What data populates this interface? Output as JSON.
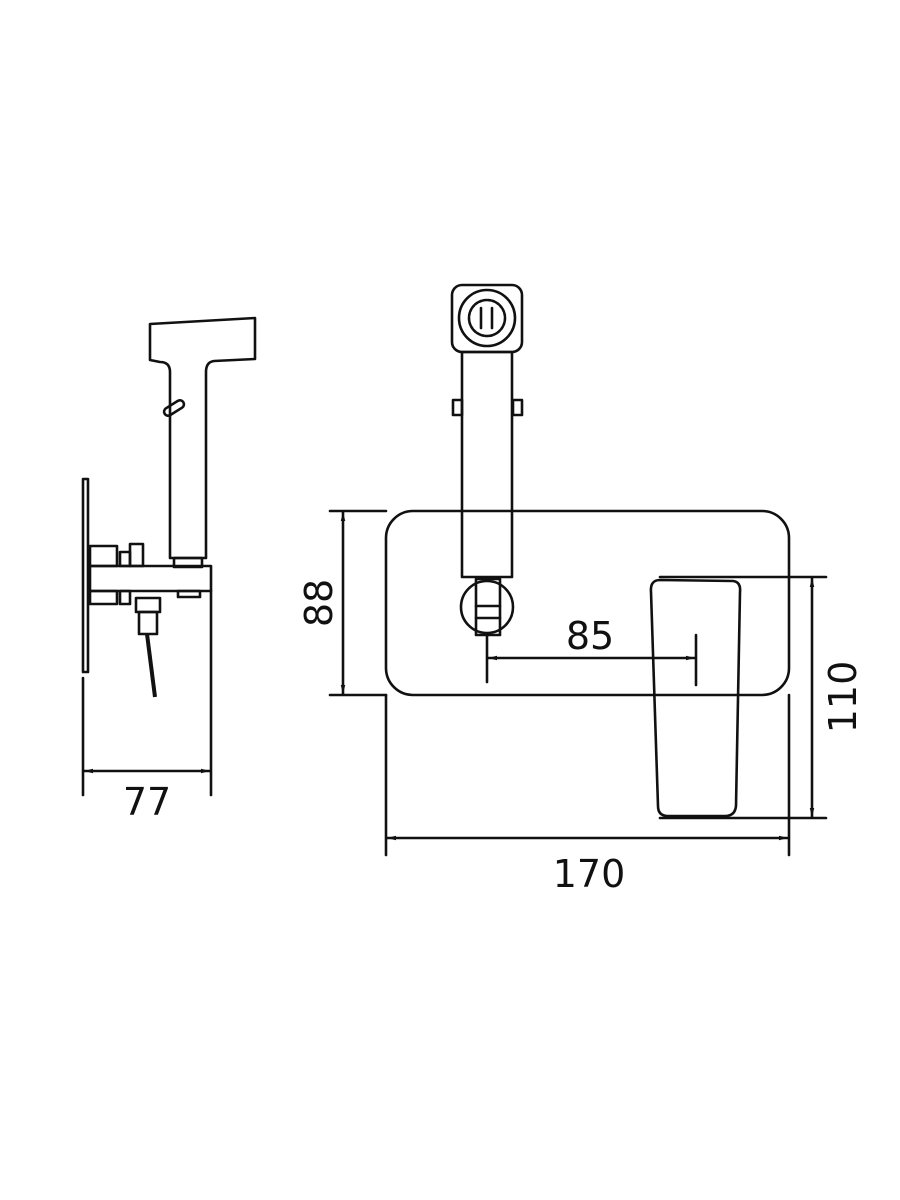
{
  "dimensions": {
    "side_depth": "77",
    "plate_height": "88",
    "outlet_to_lever": "85",
    "lever_height": "110",
    "plate_width": "170"
  },
  "colors": {
    "line": "#111111",
    "background": "#ffffff"
  }
}
